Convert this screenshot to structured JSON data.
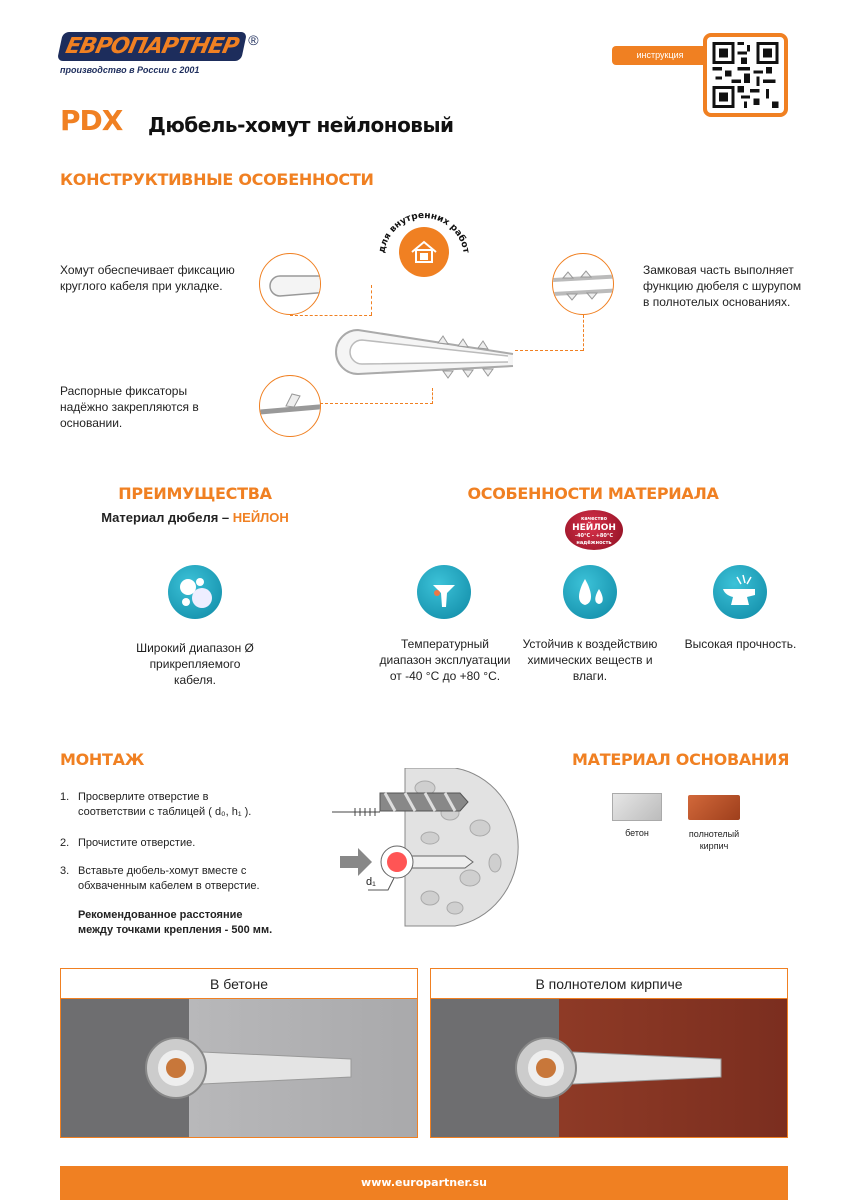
{
  "header": {
    "logo_text": "ЕВРОПАРТНЕР",
    "logo_reg": "®",
    "logo_sub": "производство в России с 2001",
    "instruction_tab": "инструкция",
    "qr_icon": "qr-code-icon"
  },
  "title": {
    "code": "PDX",
    "name": "Дюбель-хомут нейлоновый"
  },
  "features": {
    "heading": "КОНСТРУКТИВНЫЕ ОСОБЕННОСТИ",
    "badge": "для внутренних работ",
    "left_top": "Хомут обеспечивает фиксацию круглого кабеля при укладке.",
    "left_bottom": "Распорные фиксаторы надёжно закрепляются в основании.",
    "right_top": "Замковая часть выполняет функцию дюбеля с шурупом в полнотелых основаниях."
  },
  "advantages": {
    "heading": "ПРЕИМУЩЕСТВА",
    "material_label": "Материал дюбеля – ",
    "material_value": "НЕЙЛОН",
    "item": "Широкий диапазон Ø прикрепляемого кабеля."
  },
  "material": {
    "heading": "ОСОБЕННОСТИ МАТЕРИАЛА",
    "badge": {
      "top": "качество",
      "main": "НЕЙЛОН",
      "temp": "-40°C - +80°C",
      "bottom": "надёжность"
    },
    "items": [
      "Температурный диапазон эксплуатации от -40 °C до +80 °C.",
      "Устойчив к воздействию химических веществ и влаги.",
      "Высокая прочность."
    ]
  },
  "mounting": {
    "heading": "МОНТАЖ",
    "steps": [
      {
        "n": "1.",
        "t": "Просверлите отверстие в соответствии с таблицей ( d₀, h₁ )."
      },
      {
        "n": "2.",
        "t": "Прочистите отверстие."
      },
      {
        "n": "3.",
        "t": "Вставьте дюбель-хомут вместе с обхваченным кабелем в отверстие."
      }
    ],
    "note": "Рекомендованное расстояние между точками крепления - 500 мм.",
    "diagram_label": "d₁"
  },
  "base": {
    "heading": "МАТЕРИАЛ ОСНОВАНИЯ",
    "items": [
      "бетон",
      "полнотелый кирпич"
    ]
  },
  "panels": [
    "В бетоне",
    "В полнотелом кирпиче"
  ],
  "footer": {
    "url": "www.europartner.su"
  },
  "colors": {
    "accent": "#f08022",
    "teal": "#1597b2"
  }
}
